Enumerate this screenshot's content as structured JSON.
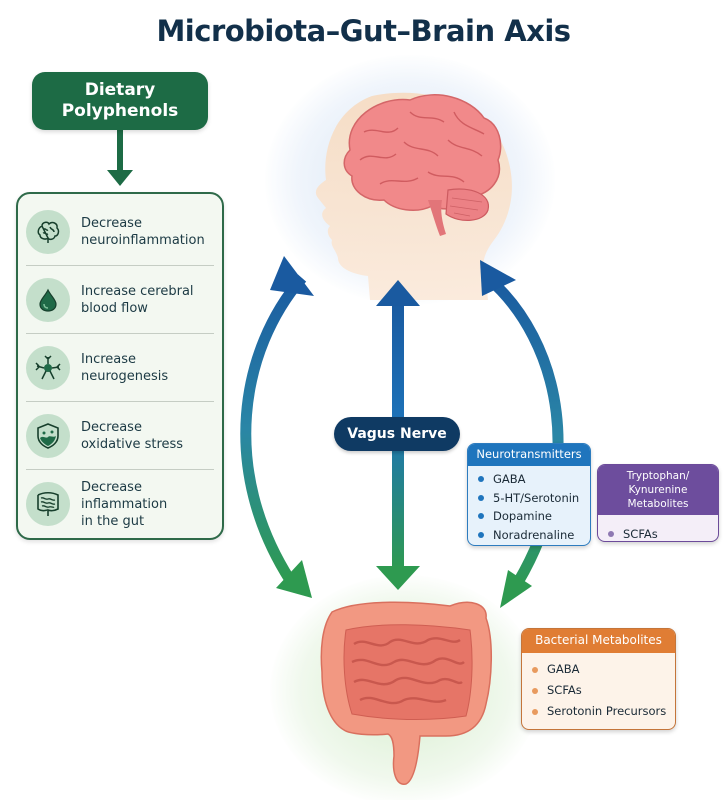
{
  "title": "Microbiota–Gut–Brain Axis",
  "source": {
    "label_line1": "Dietary",
    "label_line2": "Polyphenols",
    "color": "#1d6b45"
  },
  "effects": [
    {
      "icon": "brain-icon",
      "line1": "Decrease",
      "line2": "neuroinflammation"
    },
    {
      "icon": "droplet-icon",
      "line1": "Increase cerebral",
      "line2": "blood flow"
    },
    {
      "icon": "neuron-icon",
      "line1": "Increase",
      "line2": "neurogenesis"
    },
    {
      "icon": "shield-icon",
      "line1": "Decrease",
      "line2": "oxidative stress"
    },
    {
      "icon": "intestine-icon",
      "line1": "Decrease inflammation",
      "line2": "in the gut"
    }
  ],
  "nodes": {
    "top": {
      "name": "Brain",
      "icon": "head-brain-illustration"
    },
    "bottom": {
      "name": "Gut",
      "icon": "intestine-illustration"
    }
  },
  "pathway_label": "Vagus Nerve",
  "arrow_colors": {
    "top": "#1a5fa3",
    "bottom": "#2f9a4f"
  },
  "neurotransmitters": {
    "title": "Neurotransmitters",
    "color": "#1f75bd",
    "items": [
      "GABA",
      "5-HT/Serotonin",
      "Dopamine",
      "Noradrenaline"
    ]
  },
  "tryptophan": {
    "title_line1": "Tryptophan/",
    "title_line2": "Kynurenine Metabolites",
    "color": "#6d4d9d",
    "items": [
      "SCFAs"
    ]
  },
  "bacterial": {
    "title": "Bacterial Metabolites",
    "color": "#e07d34",
    "items": [
      "GABA",
      "SCFAs",
      "Serotonin Precursors"
    ]
  }
}
